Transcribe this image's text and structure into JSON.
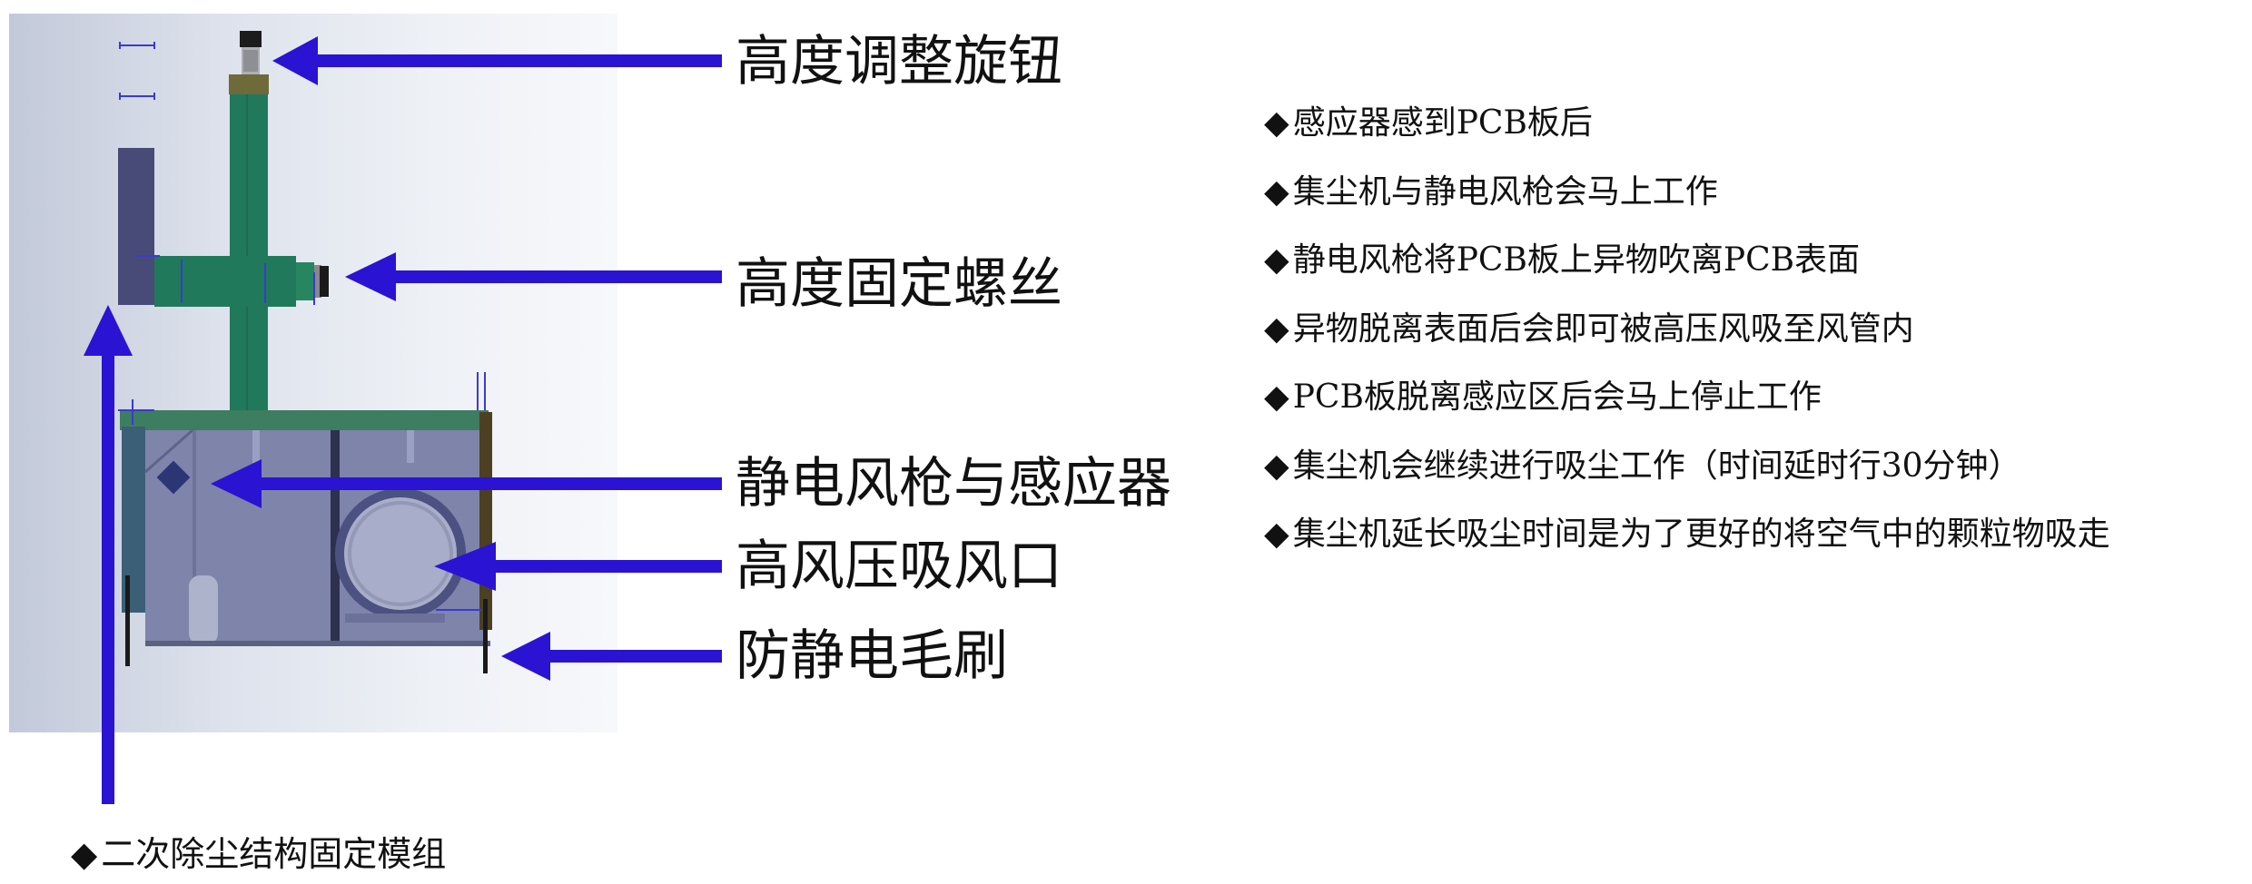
{
  "callouts": [
    "高度调整旋钮",
    "高度固定螺丝",
    "静电风枪与感应器",
    "高风压吸风口",
    "防静电毛刷"
  ],
  "bullet_symbol": "◆",
  "steps": [
    "感应器感到PCB板后",
    "集尘机与静电风枪会马上工作",
    "静电风枪将PCB板上异物吹离PCB表面",
    "异物脱离表面后会即可被高压风吸至风管内",
    "PCB板脱离感应区后会马上停止工作",
    "集尘机会继续进行吸尘工作（时间延时行30分钟）",
    "集尘机延长吸尘时间是为了更好的将空气中的颗粒物吸走"
  ],
  "module_label": "二次除尘结构固定模组",
  "colors": {
    "arrow": "#2a13d2",
    "post": "#21795b",
    "body": "#7e84aa",
    "dark_post": "#484a78"
  }
}
